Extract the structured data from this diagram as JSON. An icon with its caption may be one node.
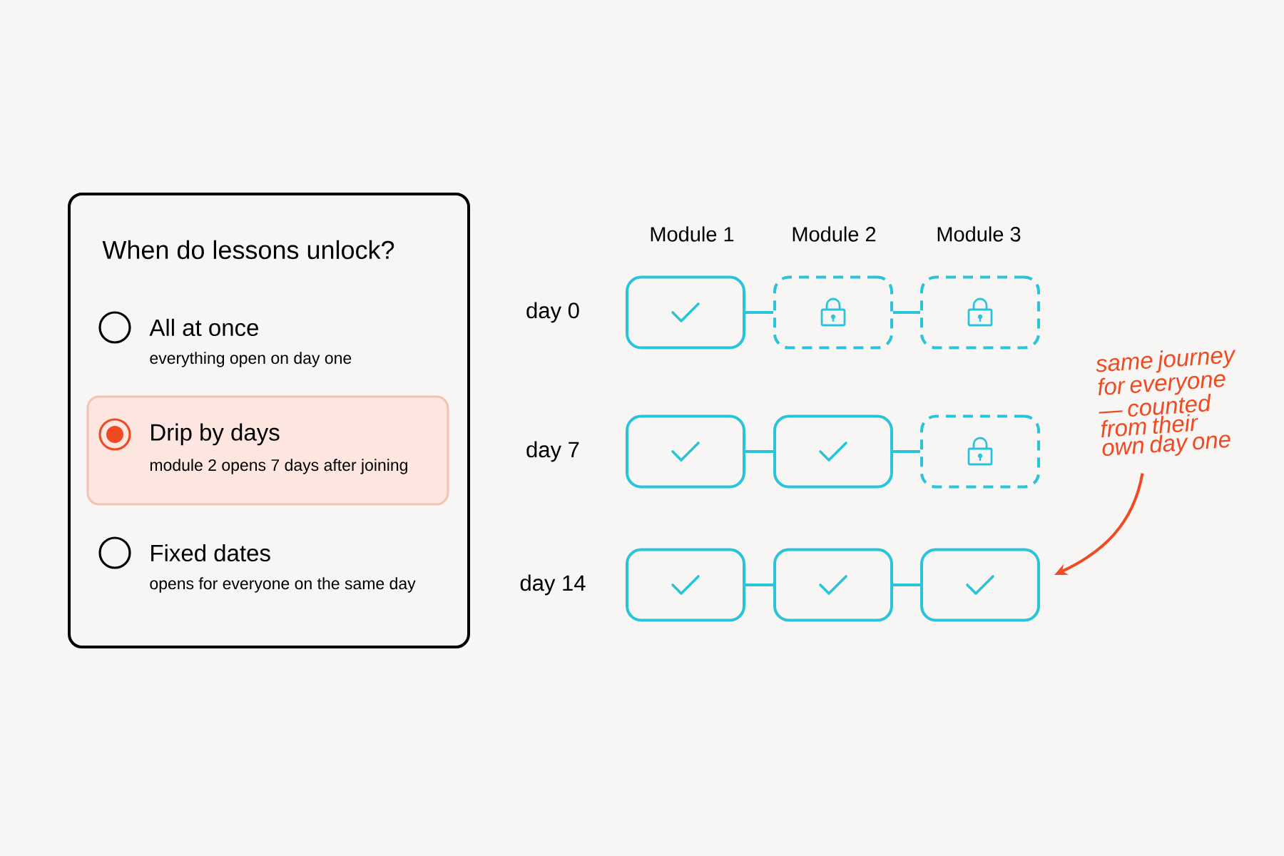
{
  "diagram": {
    "nodes": [
      {
        "text": [
          "When do lessons unlock?"
        ]
      },
      {
        "text": [
          "Drip by days",
          "module 2 opens 7 days after joining"
        ],
        "in": 0
      },
      {
        "text": [],
        "shape": "box"
      },
      {
        "text": [],
        "shape": "box"
      },
      {
        "text": [],
        "shape": "box"
      },
      {
        "text": [],
        "shape": "box"
      },
      {
        "text": [],
        "shape": "box"
      },
      {
        "text": [],
        "shape": "box"
      },
      {
        "text": [],
        "shape": "box"
      },
      {
        "text": [],
        "shape": "box"
      },
      {
        "text": [],
        "shape": "box"
      },
      {
        "text": [
          "same journey for everyone — counted from their own day one"
        ]
      }
    ],
    "edges": [
      {
        "from": 2,
        "to": 3,
        "arrow": "none"
      },
      {
        "from": 3,
        "to": 4,
        "arrow": "none"
      },
      {
        "from": 5,
        "to": 6,
        "arrow": "none"
      },
      {
        "from": 6,
        "to": 7,
        "arrow": "none"
      },
      {
        "from": 8,
        "to": 9,
        "arrow": "none"
      },
      {
        "from": 9,
        "to": 10,
        "arrow": "none"
      },
      {
        "from": 11,
        "to": 10,
        "arrow": "to",
        "color": "#f04a23"
      }
    ],
    "labels": [
      "All at once",
      "everything open on day one",
      "Fixed dates",
      "opens for everyone on the same day",
      "Module 1",
      "Module 2",
      "Module 3",
      "day 0",
      "day 7",
      "day 14"
    ]
  }
}
